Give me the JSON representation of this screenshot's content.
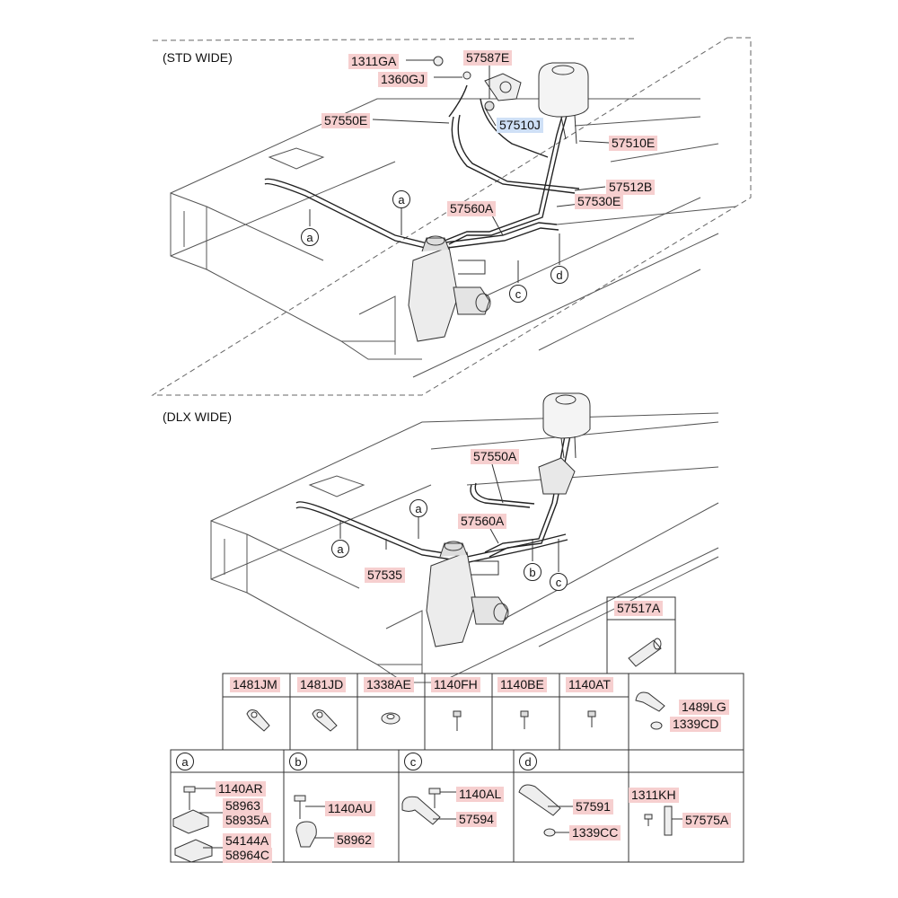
{
  "sections": {
    "std": "(STD WIDE)",
    "dlx": "(DLX WIDE)"
  },
  "std_labels": {
    "p1311GA": "1311GA",
    "p1360GJ": "1360GJ",
    "p57587E": "57587E",
    "p57550E": "57550E",
    "p57510J": "57510J",
    "p57510E": "57510E",
    "p57512B": "57512B",
    "p57530E": "57530E",
    "p57560A": "57560A"
  },
  "dlx_labels": {
    "p57550A": "57550A",
    "p57560A": "57560A",
    "p57535": "57535",
    "p57517A": "57517A"
  },
  "callouts": {
    "a": "a",
    "b": "b",
    "c": "c",
    "d": "d"
  },
  "table_headers": [
    "1481JM",
    "1481JD",
    "1338AE",
    "1140FH",
    "1140BE",
    "1140AT"
  ],
  "right_cell": {
    "l1": "1489LG",
    "l2": "1339CD"
  },
  "detail_a": {
    "head": "a",
    "l1": "1140AR",
    "l2": "58963",
    "l3": "58935A",
    "l4": "54144A",
    "l5": "58964C"
  },
  "detail_b": {
    "head": "b",
    "l1": "1140AU",
    "l2": "58962"
  },
  "detail_c": {
    "head": "c",
    "l1": "1140AL",
    "l2": "57594"
  },
  "detail_d": {
    "head": "d",
    "l1": "57591",
    "l2": "1339CC"
  },
  "detail_e": {
    "l1": "1311KH",
    "l2": "57575A"
  }
}
